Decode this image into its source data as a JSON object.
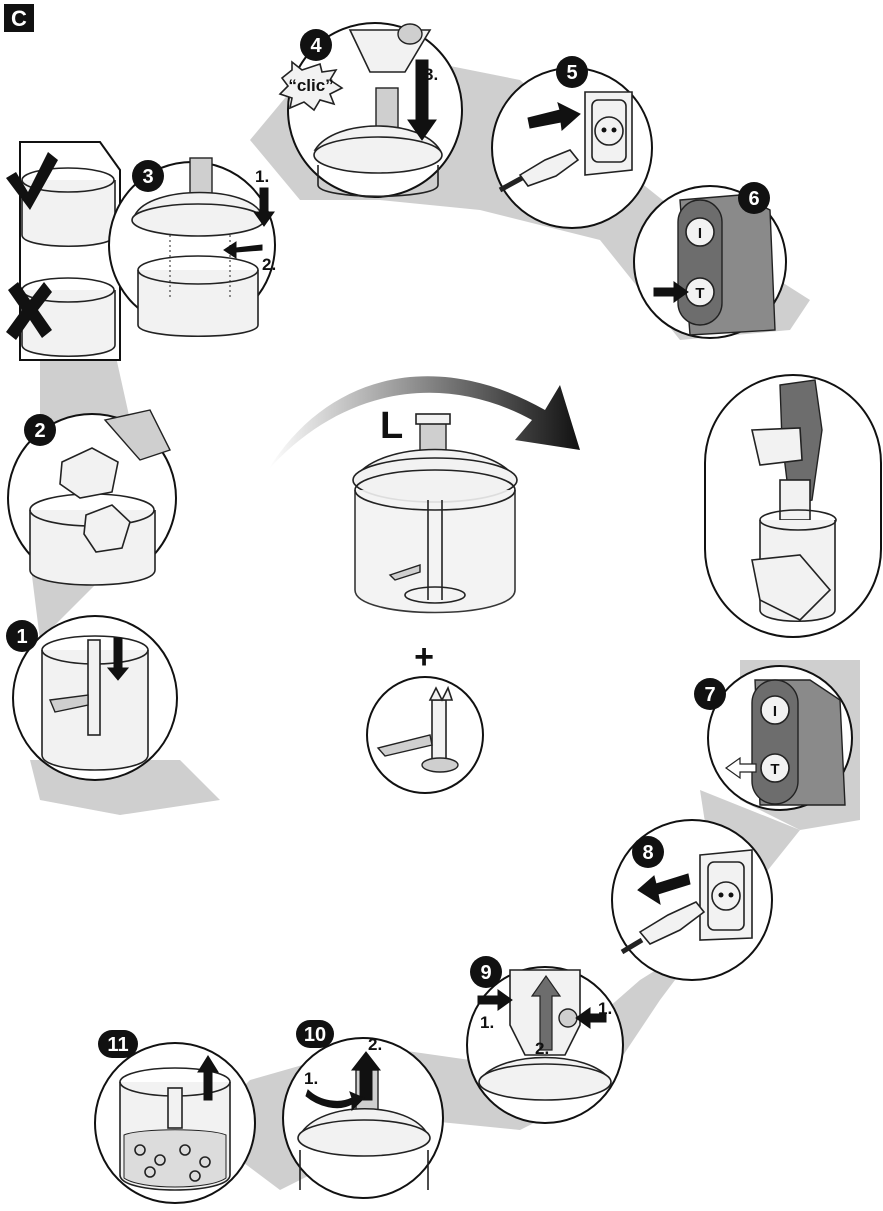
{
  "figure": {
    "corner_letter": "C",
    "center_letter": "L",
    "plus_sign": "+"
  },
  "steps": [
    {
      "number": "1"
    },
    {
      "number": "2"
    },
    {
      "number": "3",
      "labels": [
        "1.",
        "2."
      ]
    },
    {
      "number": "4",
      "labels": [
        "“clic”",
        "3."
      ]
    },
    {
      "number": "5"
    },
    {
      "number": "6",
      "button_labels": [
        "I",
        "T"
      ]
    },
    {
      "number": "7",
      "button_labels": [
        "I",
        "T"
      ]
    },
    {
      "number": "8"
    },
    {
      "number": "9",
      "labels": [
        "1.",
        "1.",
        "2."
      ]
    },
    {
      "number": "10",
      "labels": [
        "1.",
        "2."
      ]
    },
    {
      "number": "11"
    }
  ],
  "colors": {
    "shadow": "#cfcfcf",
    "ink": "#111111",
    "handle": "#6d6d6d"
  }
}
